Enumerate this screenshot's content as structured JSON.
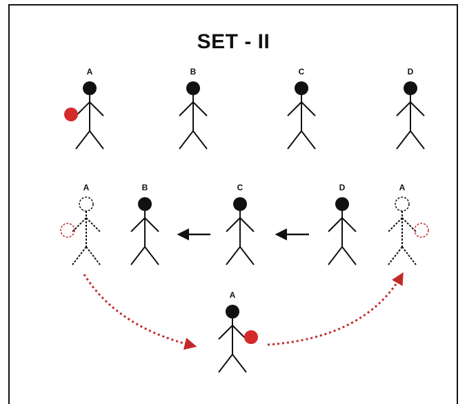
{
  "title": "SET - II",
  "colors": {
    "ink": "#111111",
    "ball": "#d42a2a",
    "ghost": "#c22a2a"
  },
  "top_row": [
    "A",
    "B",
    "C",
    "D"
  ],
  "middle_row": [
    {
      "label": "A",
      "style": "ghost"
    },
    {
      "label": "B",
      "style": "solid"
    },
    {
      "label": "C",
      "style": "solid"
    },
    {
      "label": "D",
      "style": "solid"
    },
    {
      "label": "A",
      "style": "ghost"
    }
  ],
  "bottom_figure": {
    "label": "A",
    "has_ball": true
  }
}
